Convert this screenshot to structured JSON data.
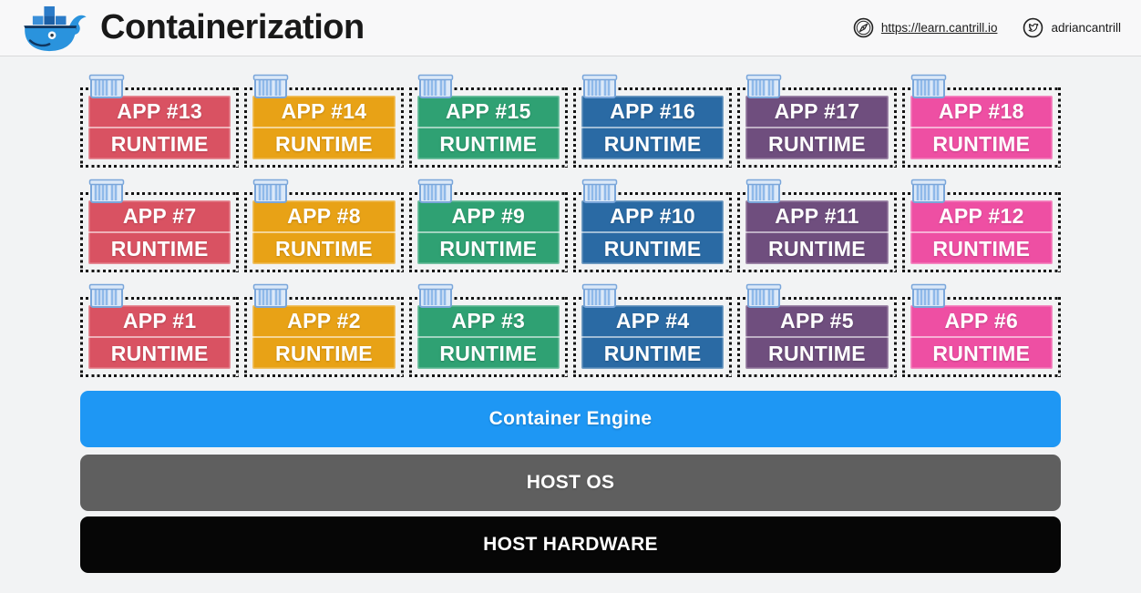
{
  "header": {
    "title": "Containerization",
    "site_link": "https://learn.cantrill.io",
    "twitter_handle": "adriancantrill"
  },
  "icons": {
    "logo": "docker-whale",
    "site": "compass",
    "social": "twitter-bird",
    "card": "shipping-container"
  },
  "containers": {
    "runtime_label": "RUNTIME",
    "rows": [
      {
        "cells": [
          {
            "app": "APP #13",
            "color": "#d95262"
          },
          {
            "app": "APP #14",
            "color": "#e8a216"
          },
          {
            "app": "APP #15",
            "color": "#2fa173"
          },
          {
            "app": "APP #16",
            "color": "#2a6aa4"
          },
          {
            "app": "APP #17",
            "color": "#6f4e7e"
          },
          {
            "app": "APP #18",
            "color": "#ee4fa3"
          }
        ]
      },
      {
        "cells": [
          {
            "app": "APP #7",
            "color": "#d95262"
          },
          {
            "app": "APP #8",
            "color": "#e8a216"
          },
          {
            "app": "APP #9",
            "color": "#2fa173"
          },
          {
            "app": "APP #10",
            "color": "#2a6aa4"
          },
          {
            "app": "APP #11",
            "color": "#6f4e7e"
          },
          {
            "app": "APP #12",
            "color": "#ee4fa3"
          }
        ]
      },
      {
        "cells": [
          {
            "app": "APP #1",
            "color": "#d95262"
          },
          {
            "app": "APP #2",
            "color": "#e8a216"
          },
          {
            "app": "APP #3",
            "color": "#2fa173"
          },
          {
            "app": "APP #4",
            "color": "#2a6aa4"
          },
          {
            "app": "APP #5",
            "color": "#6f4e7e"
          },
          {
            "app": "APP #6",
            "color": "#ee4fa3"
          }
        ]
      }
    ]
  },
  "layers": [
    {
      "label": "Container Engine",
      "color": "#1e97f4"
    },
    {
      "label": "HOST OS",
      "color": "#5f5f5f"
    },
    {
      "label": "HOST HARDWARE",
      "color": "#060606"
    }
  ]
}
